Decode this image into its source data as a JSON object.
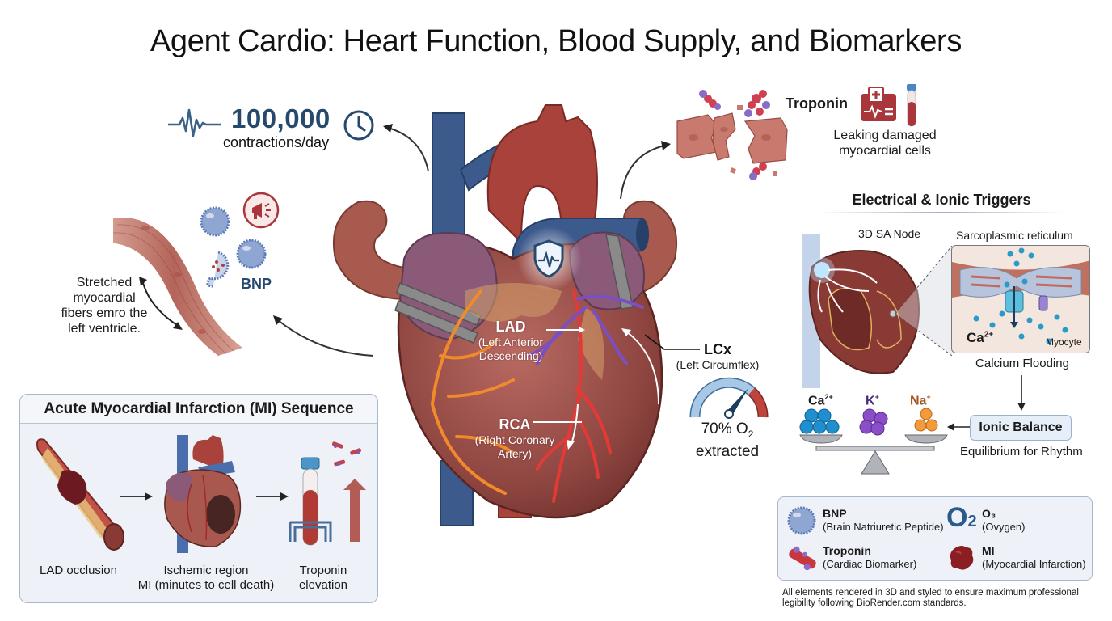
{
  "title": {
    "bold_part": "Agent Cardio:",
    "rest": " Heart Function, Blood Supply, and Biomarkers"
  },
  "contractions": {
    "value": "100,000",
    "unit": "contractions/day",
    "icons": [
      "ecg-wave-icon",
      "clock-icon"
    ]
  },
  "troponin_callout": {
    "label": "Troponin",
    "description_line1": "Leaking damaged",
    "description_line2": "myocardial cells",
    "icons": [
      "medical-kit-icon",
      "blood-tube-icon"
    ]
  },
  "bnp_callout": {
    "label": "BNP",
    "text_line1": "Stretched",
    "text_line2": "myocardial",
    "text_line3": "fibers emro the",
    "text_line4": "left ventricle.",
    "icons": [
      "megaphone-icon",
      "vesicle-icon"
    ]
  },
  "heart": {
    "shield_icon": "shield-pulse-icon",
    "arteries": [
      {
        "abbr": "LAD",
        "name_line1": "(Left Anterior",
        "name_line2": "Descending)",
        "color": "#e53935"
      },
      {
        "abbr": "RCA",
        "name_line1": "(Right Coronary",
        "name_line2": "Artery)",
        "color": "#f08a2b"
      },
      {
        "abbr": "LCx",
        "name_line1": "(Left Circumflex)",
        "name_line2": "",
        "color": "#7b4fc4"
      }
    ]
  },
  "oxygen_gauge": {
    "value_label": "70% O",
    "subscript": "2",
    "sub_label": "extracted",
    "percent": 70
  },
  "electrical": {
    "title": "Electrical & Ionic Triggers",
    "sa_node_label": "3D SA Node",
    "sr_label": "Sarcoplasmic reticulum",
    "ca_label": "Ca",
    "ca_sup": "2+",
    "myocyte_label": "Myocyte",
    "flooding_label": "Calcium Flooding"
  },
  "ionic_balance": {
    "ions": [
      {
        "symbol": "Ca",
        "sup": "2+",
        "color": "#1f8fd0",
        "text_color": "#111111"
      },
      {
        "symbol": "K",
        "sup": "+",
        "color": "#8a4fc8",
        "text_color": "#4a2a7a"
      },
      {
        "symbol": "Na",
        "sup": "+",
        "color": "#f39a3a",
        "text_color": "#a0521c"
      }
    ],
    "box_label": "Ionic Balance",
    "caption": "Equilibrium for Rhythm"
  },
  "mi_sequence": {
    "title": "Acute Myocardial Infarction (MI) Sequence",
    "steps": [
      {
        "line1": "LAD occlusion",
        "line2": ""
      },
      {
        "line1": "Ischemic region",
        "line2": "MI (minutes to cell death)"
      },
      {
        "line1": "Troponin",
        "line2": "elevation"
      }
    ]
  },
  "legend": {
    "items": [
      {
        "title": "BNP",
        "desc": "(Brain Natriuretic Peptide)",
        "icon": "bnp-vesicle-icon"
      },
      {
        "title": "O₃",
        "desc": "(Ovygen)",
        "icon": "oxygen-o2-icon",
        "glyph": "O",
        "glyph_sub": "2"
      },
      {
        "title": "Troponin",
        "desc": "(Cardiac Biomarker)",
        "icon": "troponin-protein-icon"
      },
      {
        "title": "MI",
        "desc": "(Myocardial Infarction)",
        "icon": "mi-clot-icon"
      }
    ],
    "footnote_line1": "All elements rendered in 3D and styled to ensure maximum professional",
    "footnote_line2": "legibility following BioRender.com standards."
  },
  "colors": {
    "accent_blue": "#264a6e",
    "vein_blue": "#3d5a8c",
    "artery_red": "#a8423a",
    "myocardium": "#9a4a45",
    "panel_bg": "#eef2f8",
    "panel_border": "#a9b8cc"
  }
}
